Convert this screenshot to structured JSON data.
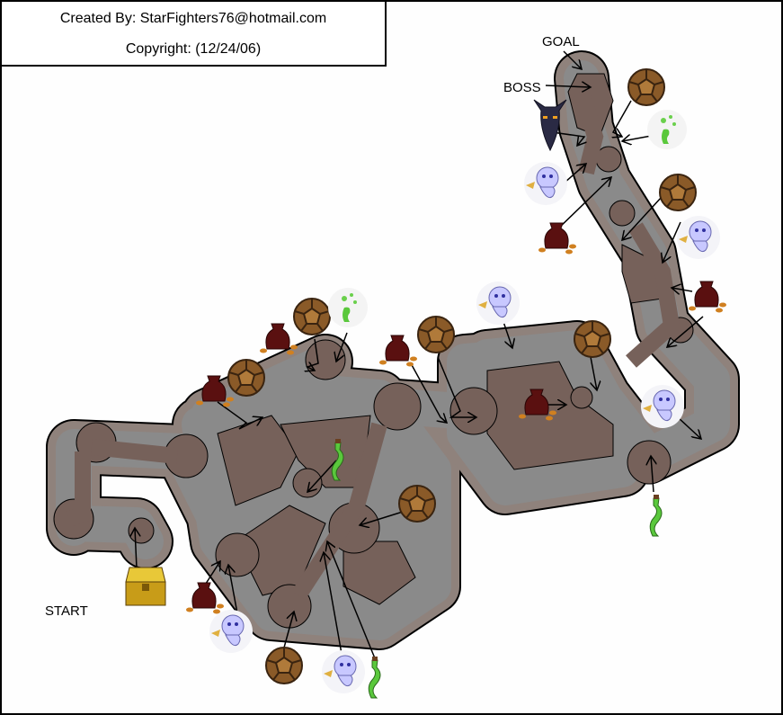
{
  "credits": {
    "created_by": "Created By: StarFighters76@hotmail.com",
    "copyright": "Copyright: (12/24/06)"
  },
  "labels": {
    "start": "START",
    "goal": "GOAL",
    "boss": "BOSS"
  },
  "colors": {
    "cave_rim": "#8f827c",
    "cave_floor": "#76615a",
    "corridor": "#8a8a8a",
    "rock": "#8a5a28",
    "bag": "#5a1010",
    "ghost": "#c8c8ff",
    "potion": "#5ac83c",
    "chest": "#d4b020",
    "boss": "#2a2a44"
  },
  "item_types": [
    "treasure-chest",
    "coin-bag",
    "rock-dodecahedron",
    "ghost",
    "green-potion",
    "green-spirit",
    "boss-mask"
  ]
}
